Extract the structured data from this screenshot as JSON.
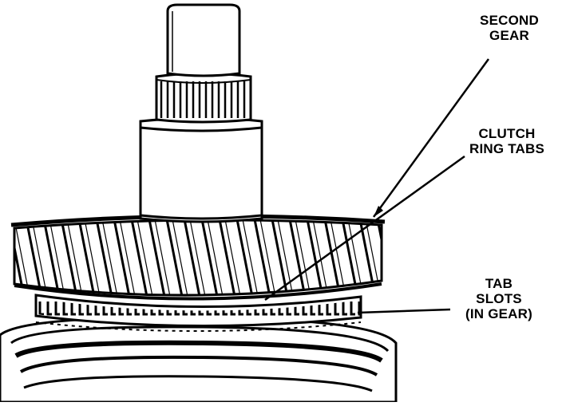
{
  "figure": {
    "subject": "transmission-shaft-second-gear",
    "ink_color": "#000000",
    "paper_color": "#ffffff"
  },
  "callouts": {
    "second_gear": {
      "line1": "SECOND",
      "line2": "GEAR"
    },
    "clutch_ring_tabs": {
      "line1": "CLUTCH",
      "line2": "RING TABS"
    },
    "tab_slots": {
      "line1": "TAB",
      "line2": "SLOTS",
      "line3": "(IN GEAR)"
    }
  }
}
